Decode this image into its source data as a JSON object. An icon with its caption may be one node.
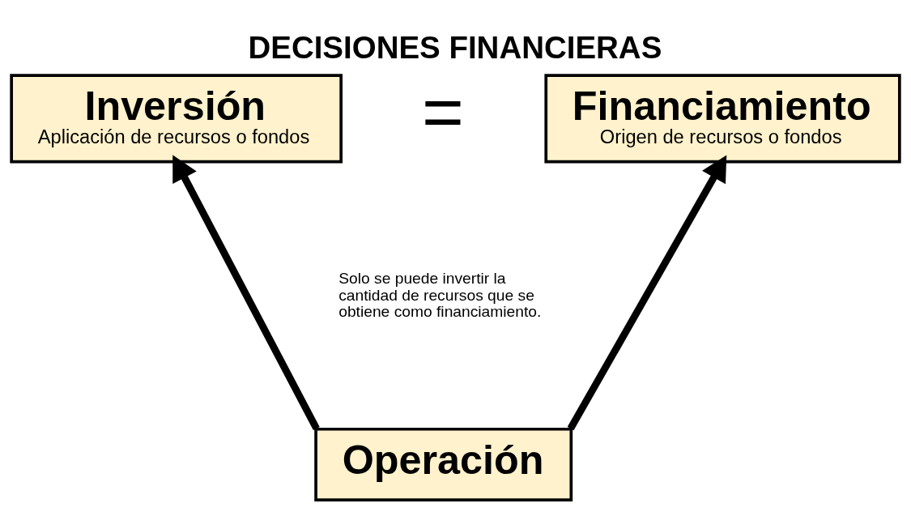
{
  "diagram": {
    "title": "DECISIONES FINANCIERAS",
    "nodes": [
      {
        "text": [
          "Inversión",
          "Aplicación de recursos o fondos"
        ]
      },
      {
        "text": [
          "Financiamiento",
          "Origen de recursos o fondos"
        ]
      },
      {
        "text": [
          "Operación"
        ]
      }
    ],
    "edges": [
      {
        "from": 2,
        "to": 0,
        "arrow": "to"
      },
      {
        "from": 2,
        "to": 1,
        "arrow": "to"
      }
    ],
    "labels": [
      "=",
      "Solo se puede invertir la cantidad de recursos que se obtiene como financiamiento."
    ]
  }
}
